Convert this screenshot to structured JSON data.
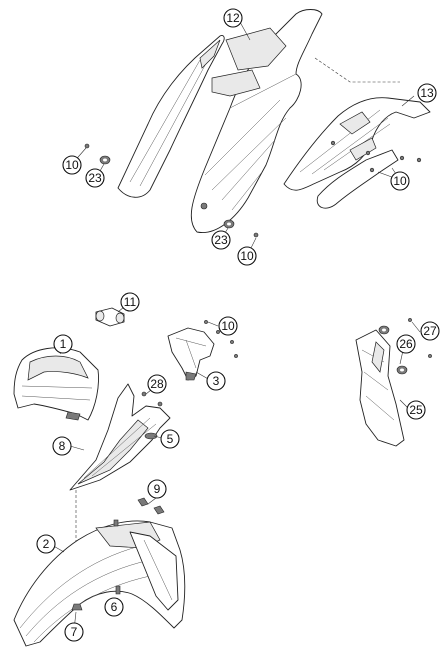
{
  "callouts": {
    "c1": "1",
    "c2": "2",
    "c3": "3",
    "c5": "5",
    "c6": "6",
    "c7": "7",
    "c8": "8",
    "c9": "9",
    "c10a": "10",
    "c10b": "10",
    "c10c": "10",
    "c10d": "10",
    "c11": "11",
    "c12": "12",
    "c13": "13",
    "c23a": "23",
    "c23b": "23",
    "c25": "25",
    "c26": "26",
    "c27": "27",
    "c28": "28"
  }
}
